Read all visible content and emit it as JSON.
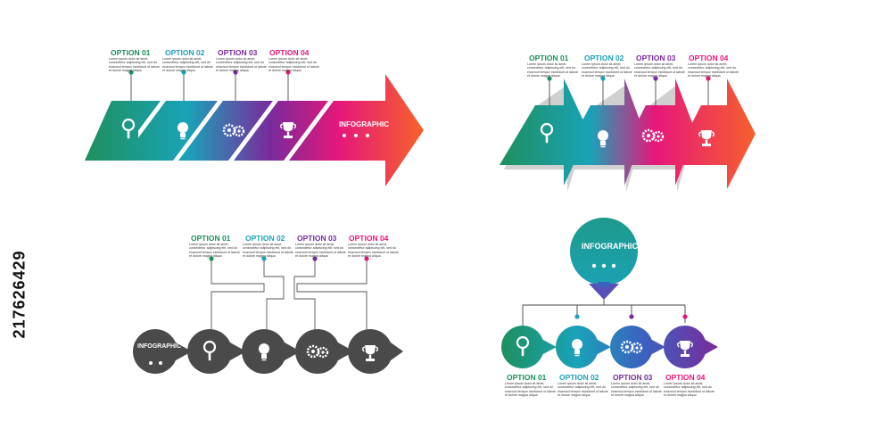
{
  "stock_id": "217626429",
  "panel1": {
    "options": [
      "OPTION 01",
      "OPTION 02",
      "OPTION 03",
      "OPTION 04"
    ],
    "center_label": "INFOGRAPHIC",
    "body": "Lorem ipsum dolor sit amet, consectetur adipiscing elit, sed do eiusmod tempor incididunt ut labore et dolore magna aliqua"
  },
  "panel2": {
    "options": [
      "OPTION 01",
      "OPTION 02",
      "OPTION 03",
      "OPTION 04"
    ],
    "body": "Lorem ipsum dolor sit amet, consectetur adipiscing elit, sed do eiusmod tempor incididunt ut labore et dolore magna aliqua"
  },
  "panel3": {
    "options": [
      "OPTION 01",
      "OPTION 02",
      "OPTION 03",
      "OPTION 04"
    ],
    "first_label": "INFOGRAPHIC",
    "body": "Lorem ipsum dolor sit amet, consectetur adipiscing elit, sed do eiusmod tempor incididunt ut labore et dolore magna aliqua"
  },
  "panel4": {
    "options": [
      "OPTION 01",
      "OPTION 02",
      "OPTION 03",
      "OPTION 04"
    ],
    "title": "INFOGRAPHIC",
    "body": "Lorem ipsum dolor sit amet, consectetur adipiscing elit, sed do eiusmod tempor incididunt ut labore et dolore magna aliqua"
  },
  "colors": {
    "green": "#1e8f5c",
    "teal": "#1aa3b8",
    "purple": "#7a2a9c",
    "pink": "#e6177a",
    "orange": "#f7622a",
    "gray": "#4a4a4a"
  },
  "icons": [
    "magnifier-icon",
    "lightbulb-icon",
    "gears-icon",
    "trophy-icon",
    "dots-icon"
  ]
}
